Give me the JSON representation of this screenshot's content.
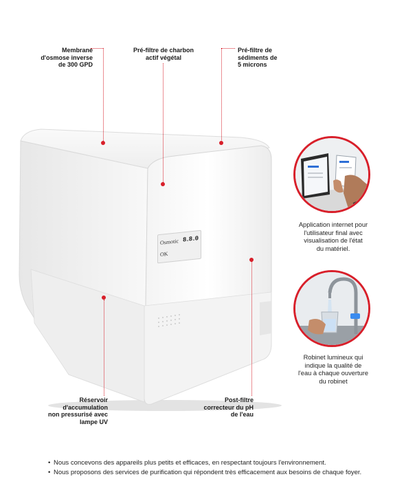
{
  "labels": {
    "membrane": [
      "Membrane",
      "d'osmose inverse",
      "de 300 GPD"
    ],
    "carbon": [
      "Pré-filtre de charbon",
      "actif végétal"
    ],
    "sediment": [
      "Pré-filtre de",
      "sédiments de",
      "5 microns"
    ],
    "reservoir": [
      "Réservoir",
      "d'accumulation",
      "non pressurisé avec",
      "lampe UV"
    ],
    "postfilter": [
      "Post-filtre",
      "correcteur du pH",
      "de l'eau"
    ]
  },
  "display": {
    "brand": "Osmotic",
    "status": "OK",
    "digits": "8.8.0"
  },
  "captions": {
    "app": [
      "Application internet pour",
      "l'utilisateur final avec",
      "visualisation de l'état",
      "du matériel."
    ],
    "faucet": [
      "Robinet lumineux qui",
      "indique la qualité de",
      "l'eau à chaque ouverture",
      "du robinet"
    ]
  },
  "bullets": [
    "Nous concevons des appareils plus petits et efficaces, en respectant toujours l'environnement.",
    "Nous proposons des services de purification qui répondent très efficacement aux besoins de chaque foyer."
  ],
  "colors": {
    "accent": "#d81f2a",
    "body": "#f7f7f7",
    "text": "#1a1a1a"
  }
}
